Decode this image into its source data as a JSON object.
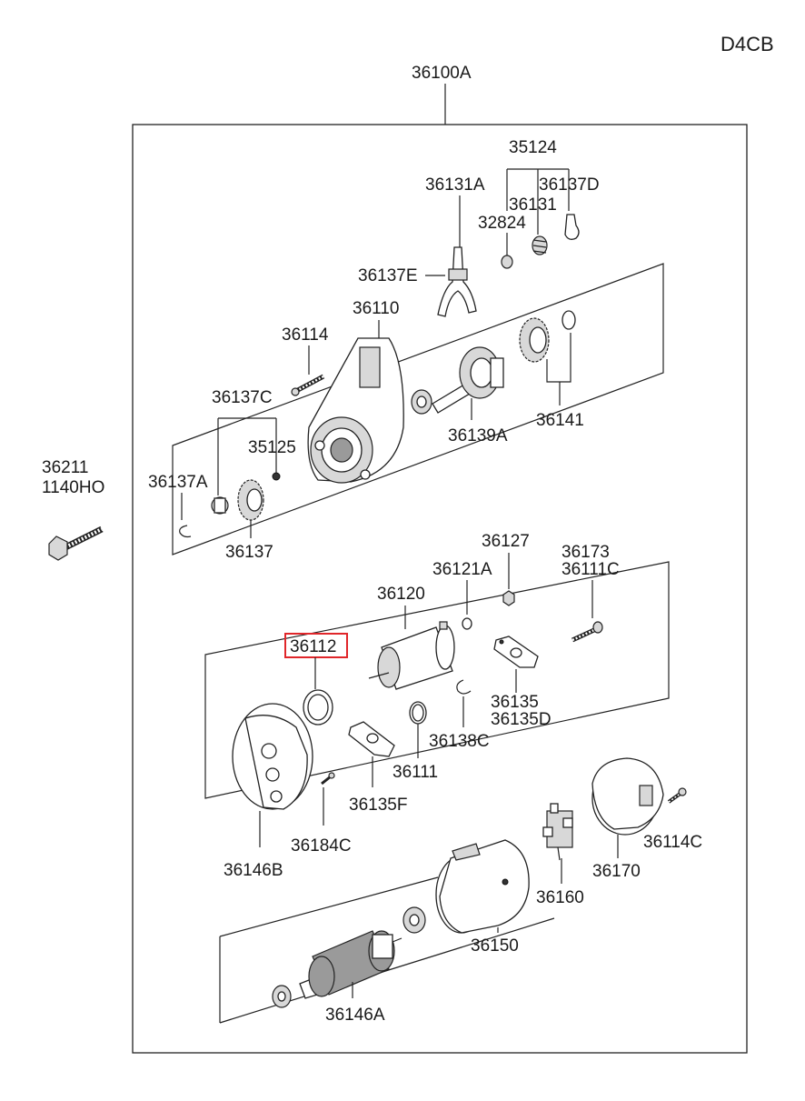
{
  "engine_code": "D4CB",
  "assembly_number": "36100A",
  "highlighted_part": "36112",
  "labels": {
    "p35124": "35124",
    "p36131A": "36131A",
    "p36137D": "36137D",
    "p36131": "36131",
    "p32824": "32824",
    "p36137E": "36137E",
    "p36110": "36110",
    "p36114": "36114",
    "p36137C": "36137C",
    "p35125": "35125",
    "p36137A": "36137A",
    "p36137": "36137",
    "p36139A": "36139A",
    "p36141": "36141",
    "p36211": "36211",
    "p1140HO": "1140HO",
    "p36127": "36127",
    "p36121A": "36121A",
    "p36173": "36173",
    "p36111C": "36111C",
    "p36120": "36120",
    "p36112": "36112",
    "p36135": "36135",
    "p36135D": "36135D",
    "p36138C": "36138C",
    "p36111": "36111",
    "p36135F": "36135F",
    "p36184C": "36184C",
    "p36146B": "36146B",
    "p36114C": "36114C",
    "p36170": "36170",
    "p36160": "36160",
    "p36150": "36150",
    "p36146A": "36146A"
  }
}
